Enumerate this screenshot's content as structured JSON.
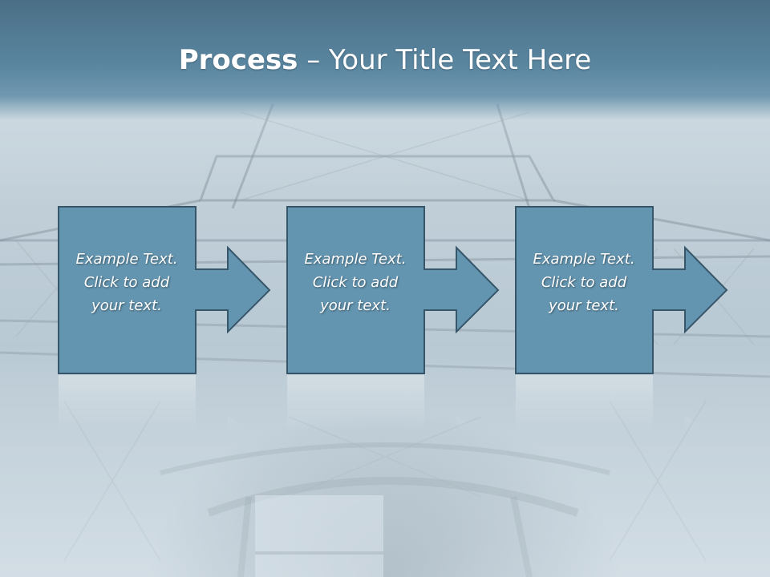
{
  "slide": {
    "title_bold": "Process",
    "title_rest": " – Your Title Text Here"
  },
  "steps": [
    {
      "line1": "Example Text.",
      "line2": "Click  to add",
      "line3": "your text."
    },
    {
      "line1": "Example Text.",
      "line2": "Click  to add",
      "line3": "your text."
    },
    {
      "line1": "Example Text.",
      "line2": "Click  to add",
      "line3": "your text."
    }
  ],
  "colors": {
    "title_band": "#5a86a0",
    "step_fill": "#6495b0",
    "step_border": "#37566a",
    "text": "#ffffff"
  },
  "background_image": "eiffel-tower-from-below"
}
